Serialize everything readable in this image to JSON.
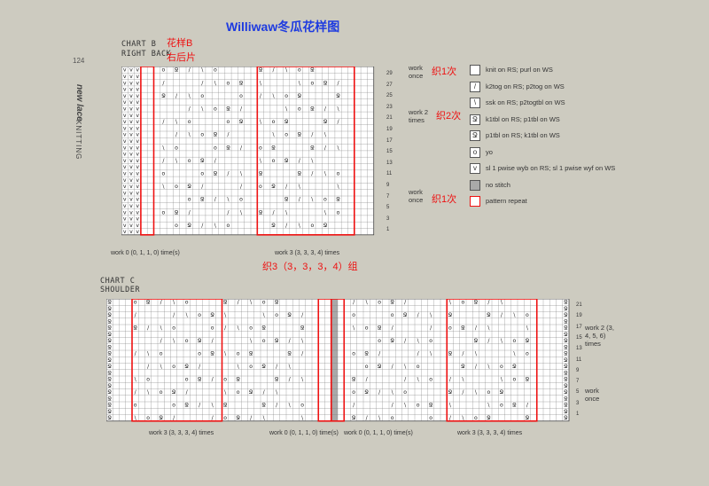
{
  "title": "Williwaw冬瓜花样图",
  "page_number": "124",
  "book_title": "new lace",
  "book_subtitle": "KNITTING",
  "chart_b": {
    "label": "CHART B",
    "sublabel": "RIGHT BACK",
    "annotation_cn": "花样B",
    "annotation_cn2": "右后片",
    "row_numbers": [
      "29",
      "27",
      "25",
      "23",
      "21",
      "19",
      "17",
      "15",
      "13",
      "11",
      "9",
      "7",
      "5",
      "3",
      "1"
    ],
    "work_once_top": "work once",
    "work_once_top_cn": "织1次",
    "work_twice": "work 2 times",
    "work_twice_cn": "织2次",
    "work_once_bottom": "work once",
    "work_once_bottom_cn": "织1次",
    "left_caption": "work 0 (0, 1, 1, 0) time(s)",
    "center_caption": "work 3 (3, 3, 3, 4) times",
    "center_caption_cn": "织3（3，3，3，4）组"
  },
  "chart_c": {
    "label": "CHART C",
    "sublabel": "SHOULDER",
    "row_numbers": [
      "21",
      "19",
      "17",
      "15",
      "13",
      "11",
      "9",
      "7",
      "5",
      "3",
      "1"
    ],
    "work_repeat": "work 2 (3, 4, 5, 6) times",
    "work_once": "work once",
    "caption_1": "work 3 (3, 3, 3, 4) times",
    "caption_2": "work 0 (0, 1, 1, 0) time(s)",
    "caption_3": "work 0 (0, 1, 1, 0) time(s)",
    "caption_4": "work 3 (3, 3, 3, 4) times"
  },
  "legend": [
    {
      "symbol": "",
      "label": "knit on RS; purl on WS",
      "icon": "blank-square-icon"
    },
    {
      "symbol": "/",
      "label": "k2tog on RS; p2tog on WS",
      "icon": "k2tog-icon"
    },
    {
      "symbol": "\\",
      "label": "ssk on RS; p2togtbl on WS",
      "icon": "ssk-icon"
    },
    {
      "symbol": "Ջ",
      "label": "k1tbl on RS; p1tbl on WS",
      "icon": "k1tbl-icon"
    },
    {
      "symbol": "Ջ",
      "label": "p1tbl on RS; k1tbl on WS",
      "icon": "p1tbl-icon"
    },
    {
      "symbol": "o",
      "label": "yo",
      "icon": "yo-icon"
    },
    {
      "symbol": "v",
      "label": "sl 1 pwise wyb on RS; sl 1 pwise wyf on WS",
      "icon": "slip-icon"
    },
    {
      "symbol": "",
      "label": "no stitch",
      "icon": "no-stitch-icon"
    },
    {
      "symbol": "",
      "label": "pattern repeat",
      "icon": "pattern-repeat-icon"
    }
  ]
}
